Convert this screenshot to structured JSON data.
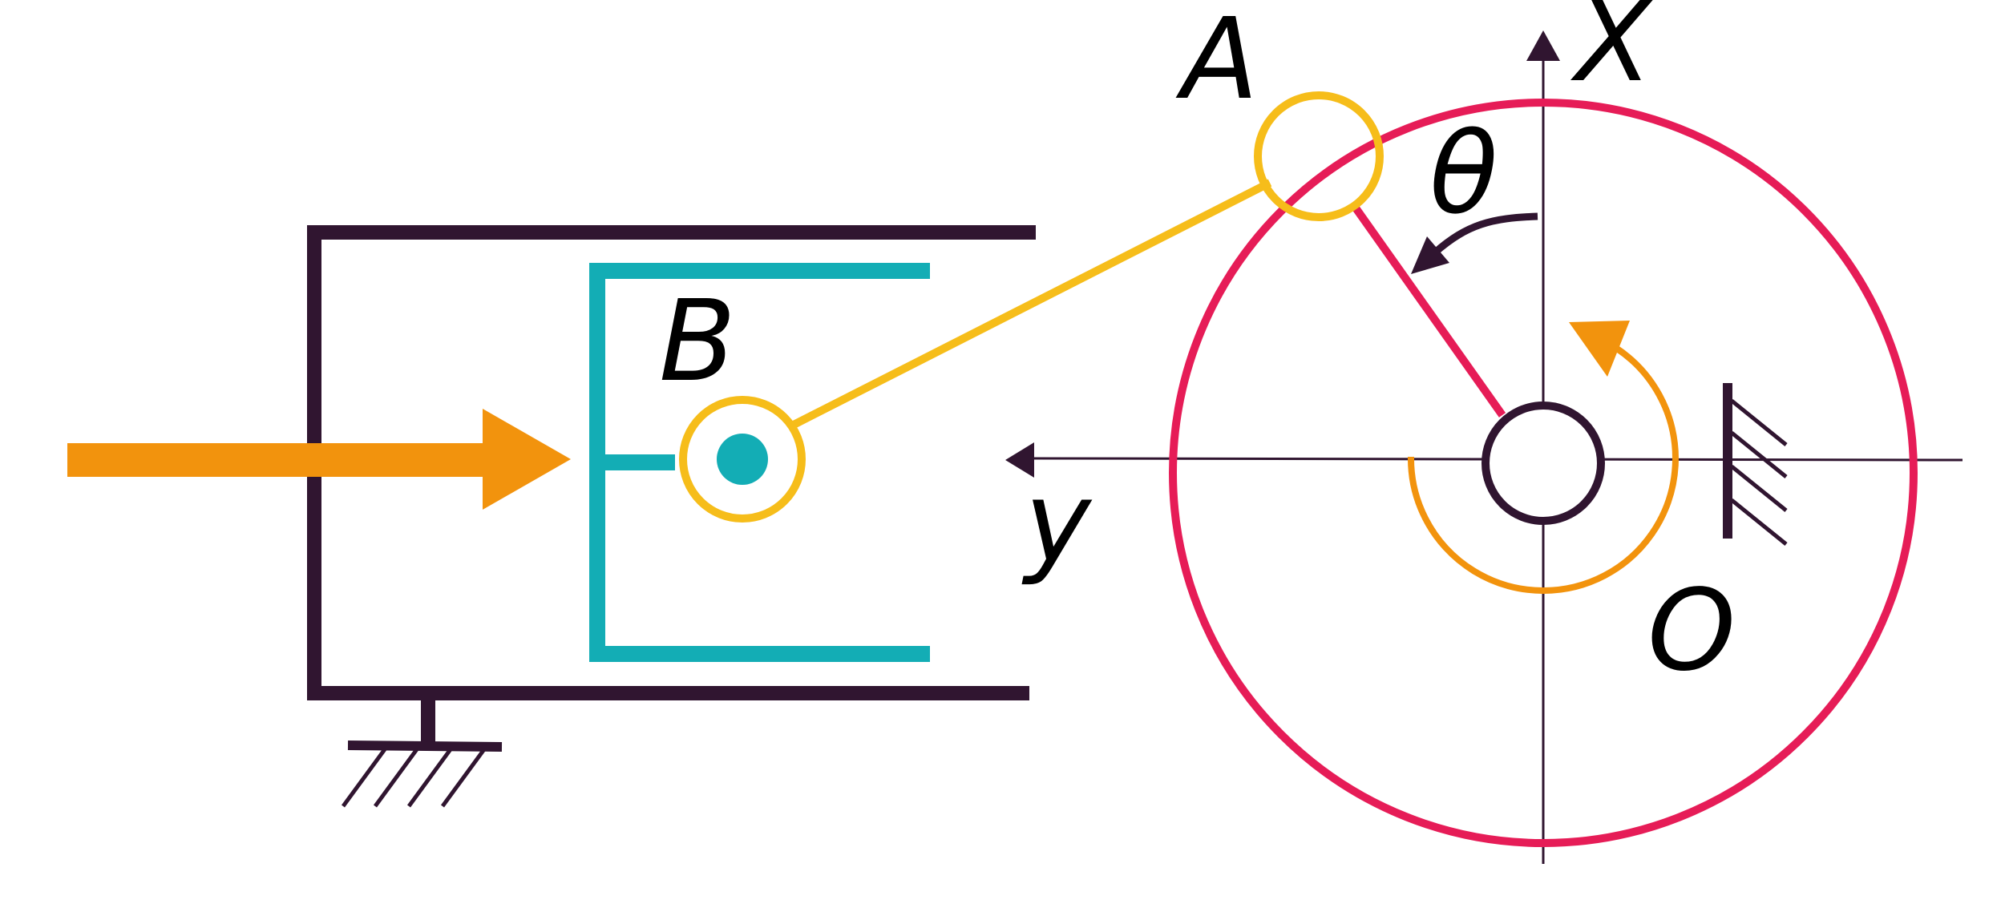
{
  "labels": {
    "point_a": "A",
    "point_b": "B",
    "angle": "θ",
    "axis_x": "X",
    "axis_y": "y",
    "center": "O"
  },
  "colors": {
    "frame": "#301530",
    "piston": "#13adb5",
    "rod": "#f6bd1a",
    "wheel": "#e61c57",
    "force_arrow": "#f2930d",
    "axes": "#301530",
    "rotation_arrow": "#f2930d",
    "angle_arrow": "#301530"
  },
  "icons": {
    "force_arrow": "arrow-right",
    "ground": "ground-hatch",
    "rotation": "curved-arrow-counterclockwise"
  }
}
